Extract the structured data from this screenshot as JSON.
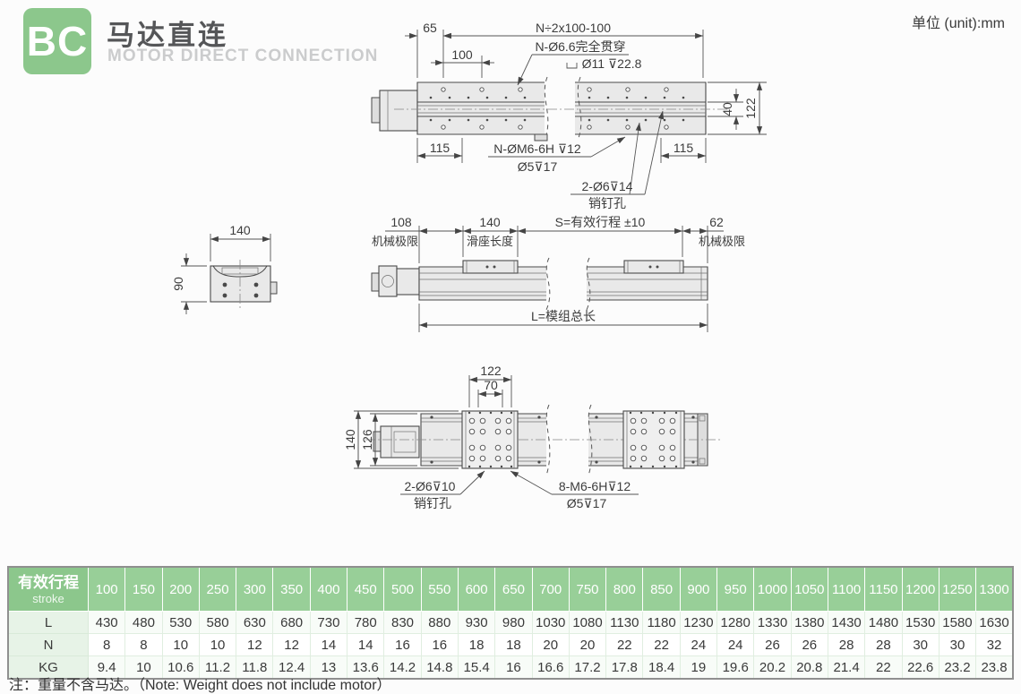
{
  "header": {
    "logo": "BC",
    "title": "马达直连",
    "subtitle": "MOTOR DIRECT CONNECTION",
    "unit": "单位 (unit):mm"
  },
  "drawings": {
    "plan_top": {
      "dim_65": "65",
      "dim_pitch": "N÷2x100-100",
      "dim_100": "100",
      "hole_note1": "N-Ø6.6完全贯穿",
      "hole_note2": "Ø11 ⊽22.8",
      "dim_40": "40",
      "dim_122": "122",
      "dim_115_left": "115",
      "thread_note1": "N-ØM6-6H ⊽12",
      "thread_note2": "Ø5⊽17",
      "dim_115_right": "115",
      "pin_note1": "2-Ø6⊽14",
      "pin_note2": "销钉孔"
    },
    "side": {
      "dim_140_section": "140",
      "dim_90": "90",
      "dim_108": "108",
      "limit_left": "机械极限",
      "dim_140_carriage": "140",
      "carriage_label": "滑座长度",
      "dim_stroke": "S=有效行程 ±10",
      "dim_62": "62",
      "limit_right": "机械极限",
      "total_length": "L=模组总长"
    },
    "plan_bottom": {
      "dim_122": "122",
      "dim_70": "70",
      "dim_140": "140",
      "dim_126": "126",
      "pin_note1": "2-Ø6⊽10",
      "pin_note2": "销钉孔",
      "thread_note1": "8-M6-6H⊽12",
      "thread_note2": "Ø5⊽17"
    }
  },
  "table": {
    "header_cn": "有效行程",
    "header_en": "stroke",
    "strokes": [
      100,
      150,
      200,
      250,
      300,
      350,
      400,
      450,
      500,
      550,
      600,
      650,
      700,
      750,
      800,
      850,
      900,
      950,
      1000,
      1050,
      1100,
      1150,
      1200,
      1250,
      1300
    ],
    "rows": [
      {
        "label": "L",
        "values": [
          430,
          480,
          530,
          580,
          630,
          680,
          730,
          780,
          830,
          880,
          930,
          980,
          1030,
          1080,
          1130,
          1180,
          1230,
          1280,
          1330,
          1380,
          1430,
          1480,
          1530,
          1580,
          1630
        ]
      },
      {
        "label": "N",
        "values": [
          8,
          8,
          10,
          10,
          12,
          12,
          14,
          14,
          16,
          16,
          18,
          18,
          20,
          20,
          22,
          22,
          24,
          24,
          26,
          26,
          28,
          28,
          30,
          30,
          32
        ]
      },
      {
        "label": "KG",
        "values": [
          9.4,
          10,
          10.6,
          11.2,
          11.8,
          12.4,
          13,
          13.6,
          14.2,
          14.8,
          15.4,
          16,
          16.6,
          17.2,
          17.8,
          18.4,
          19,
          19.6,
          20.2,
          20.8,
          21.4,
          22,
          22.6,
          23.2,
          23.8
        ]
      }
    ]
  },
  "note": "注：重量不含马达。（Note: Weight does not include motor）",
  "colors": {
    "brand_green": "#8cc78c",
    "table_header_green": "#98cf98",
    "row_label_green": "#e7f3e7",
    "line": "#4a4a4a",
    "title_gray": "#555658",
    "subtitle_gray": "#cbcccd"
  }
}
